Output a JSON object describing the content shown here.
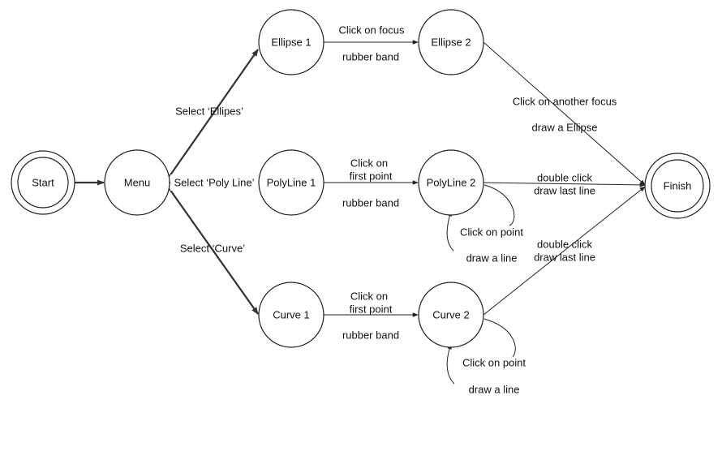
{
  "nodes": {
    "start": "Start",
    "menu": "Menu",
    "ellipse1": "Ellipse 1",
    "ellipse2": "Ellipse 2",
    "polyline1": "PolyLine 1",
    "polyline2": "PolyLine 2",
    "curve1": "Curve 1",
    "curve2": "Curve 2",
    "finish": "Finish"
  },
  "edges": {
    "select_ellipse": "Select ‘Ellipes’",
    "select_polyline": "Select ‘Poly Line’",
    "select_curve": "Select ‘Curve’",
    "ellipse_click_focus": "Click on focus",
    "ellipse_rubber_band": "rubber band",
    "ellipse_click_another": "Click on another focus",
    "ellipse_draw": "draw a Ellipse",
    "poly_click_on": "Click on",
    "poly_first_point": "first point",
    "poly_rubber_band": "rubber band",
    "poly_double_click": "double click",
    "poly_draw_last": "draw last line",
    "poly_loop_click": "Click on point",
    "poly_loop_draw": "draw a line",
    "curve_click_on": "Click on",
    "curve_first_point": "first point",
    "curve_rubber_band": "rubber band",
    "curve_double_click": "double click",
    "curve_draw_last": "draw last line",
    "curve_loop_click": "Click on point",
    "curve_loop_draw": "draw a line"
  }
}
